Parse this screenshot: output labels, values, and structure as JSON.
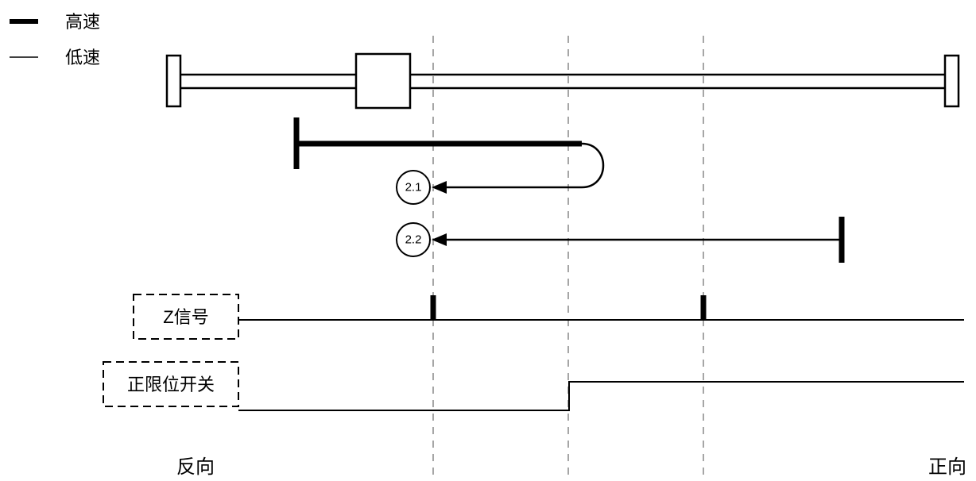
{
  "legend": {
    "high_speed_label": "高速",
    "low_speed_label": "低速"
  },
  "sequence": {
    "step_1_label": "2.1",
    "step_2_label": "2.2"
  },
  "signals": {
    "z_signal_label": "Z信号",
    "positive_limit_label": "正限位开关"
  },
  "directions": {
    "reverse_label": "反向",
    "forward_label": "正向"
  },
  "colors": {
    "stroke": "#000000",
    "guide_line": "#a6a6a6",
    "background": "#ffffff"
  }
}
